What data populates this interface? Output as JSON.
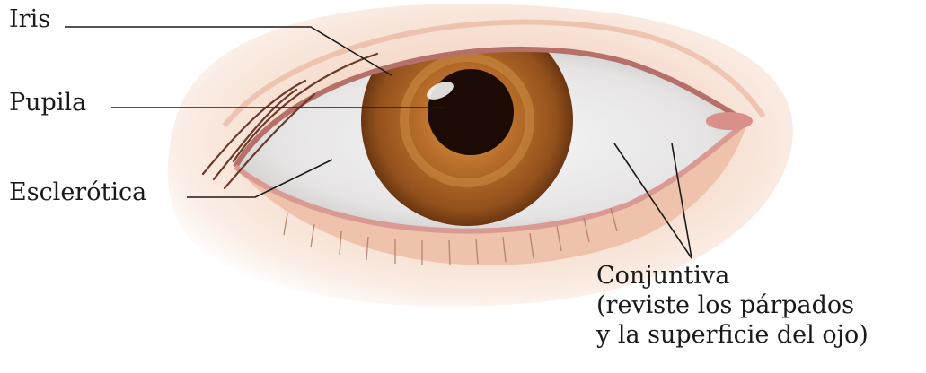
{
  "labels": {
    "iris": "Iris",
    "pupila": "Pupila",
    "esclerotica": "Esclerótica",
    "conjuntiva": [
      "Conjuntiva",
      "(reviste los párpados",
      "y la superficie del ojo)"
    ]
  },
  "colors": {
    "skin": "#f3d3c0",
    "iris": "#a25a22",
    "pupil": "#1c0a04",
    "sclera": "#ececec",
    "leader_line": "#1a1a1a"
  }
}
